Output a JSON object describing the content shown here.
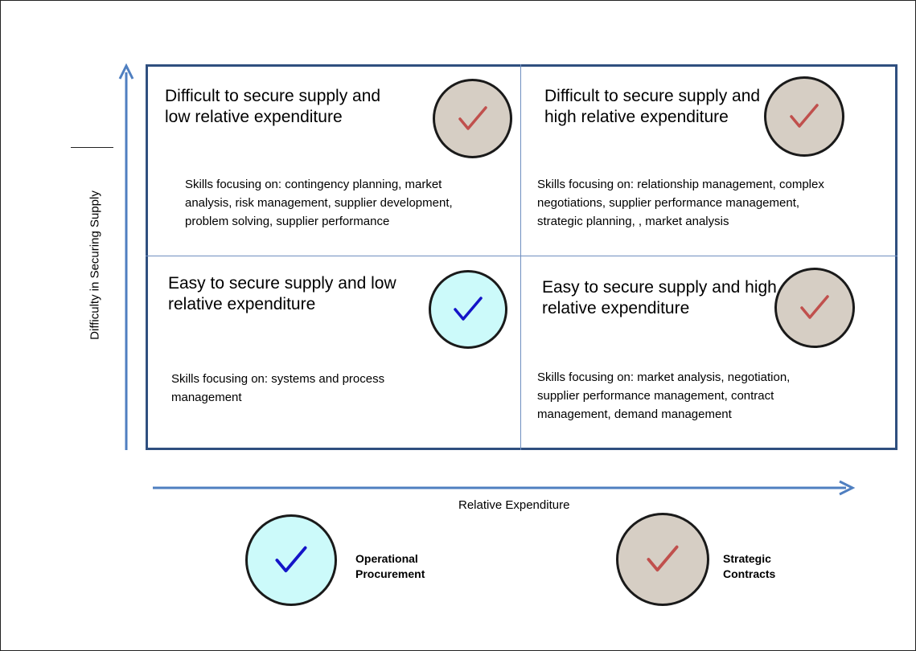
{
  "axes": {
    "y_label": "Difficulty in Securing Supply",
    "x_label": "Relative Expenditure"
  },
  "quadrants": {
    "top_left": {
      "title": "Difficult to secure supply and low relative expenditure",
      "skills": "Skills focusing on: contingency planning, market analysis, risk management, supplier development, problem solving, supplier performance",
      "category": "strategic"
    },
    "top_right": {
      "title": "Difficult to secure supply and high relative expenditure",
      "skills": "Skills focusing on: relationship management, complex negotiations, supplier performance management, strategic planning, , market analysis",
      "category": "strategic"
    },
    "bottom_left": {
      "title": "Easy to secure supply and low relative expenditure",
      "skills": "Skills focusing on: systems and process management",
      "category": "operational"
    },
    "bottom_right": {
      "title": "Easy to secure supply and high relative expenditure",
      "skills": "Skills focusing on: market analysis, negotiation, supplier performance management, contract management, demand management",
      "category": "strategic"
    }
  },
  "legend": {
    "operational": {
      "label": "Operational Procurement",
      "fill": "#ccfafa",
      "check_color": "#1414c8"
    },
    "strategic": {
      "label": "Strategic Contracts",
      "fill": "#d6cec4",
      "check_color": "#c0504d"
    }
  },
  "colors": {
    "axis": "#4f7fc0",
    "border": "#2f4f7f",
    "divider": "#6f8fc0"
  },
  "icons": {
    "badge": "checkmark-icon"
  }
}
